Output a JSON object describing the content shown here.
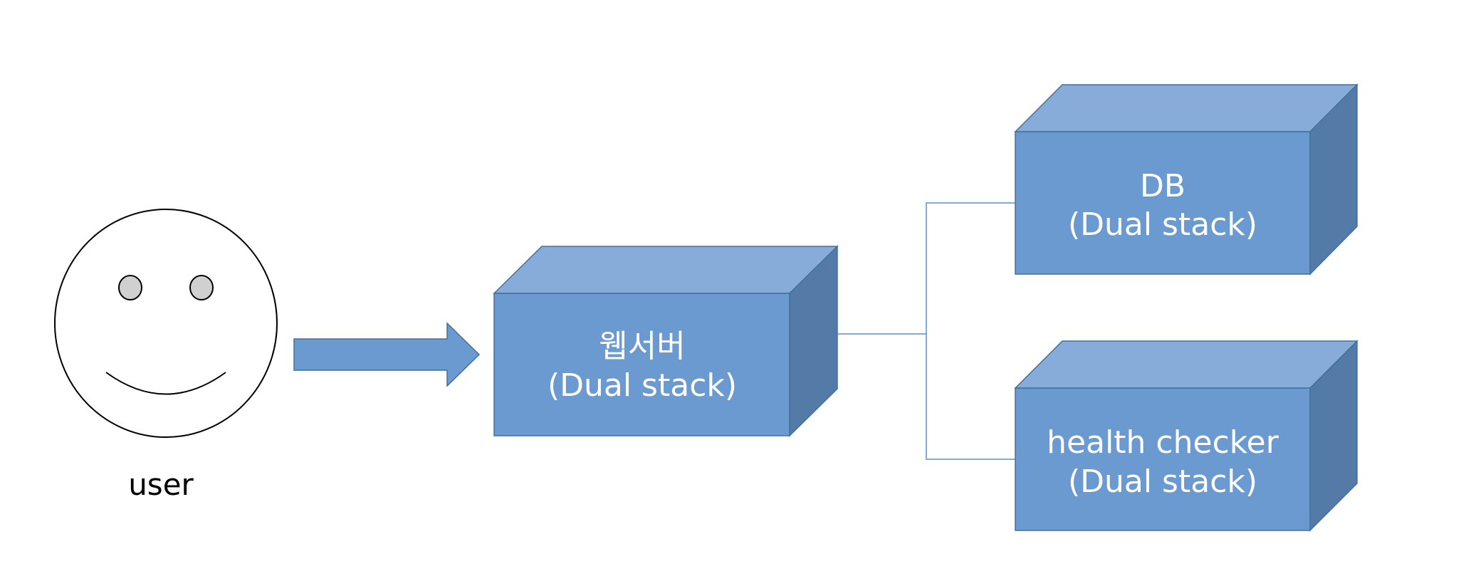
{
  "colors": {
    "box_front": "#6A9AD0",
    "box_top": "#87ACD9",
    "box_side": "#547BA8",
    "box_stroke": "#41719C",
    "connector": "#5B8ECB",
    "arrow_fill": "#6A9AD0",
    "face_stroke": "#000000",
    "eye_fill": "#D0D0D0",
    "label_text": "#FFFFFF"
  },
  "user": {
    "icon": "smiley-face-icon",
    "label": "user"
  },
  "flow_arrow": {
    "icon": "right-block-arrow-icon"
  },
  "webserver": {
    "line1": "웹서버",
    "line2": "(Dual stack)"
  },
  "db": {
    "line1": "DB",
    "line2": "(Dual stack)"
  },
  "health_checker": {
    "line1": "health checker",
    "line2": "(Dual stack)"
  }
}
